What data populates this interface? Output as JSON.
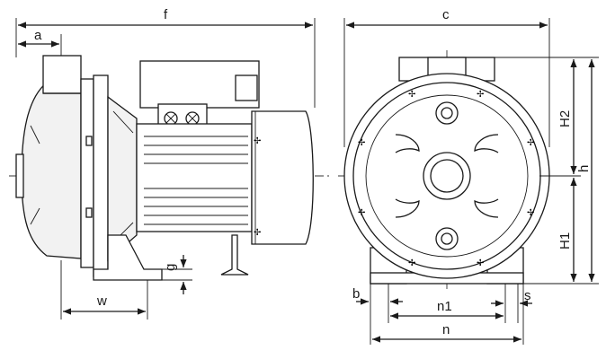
{
  "labels": {
    "f": "f",
    "a": "a",
    "w": "w",
    "g": "g",
    "c": "c",
    "h": "h",
    "H1": "H1",
    "H2": "H2",
    "b": "b",
    "n1": "n1",
    "n": "n",
    "s": "s"
  }
}
